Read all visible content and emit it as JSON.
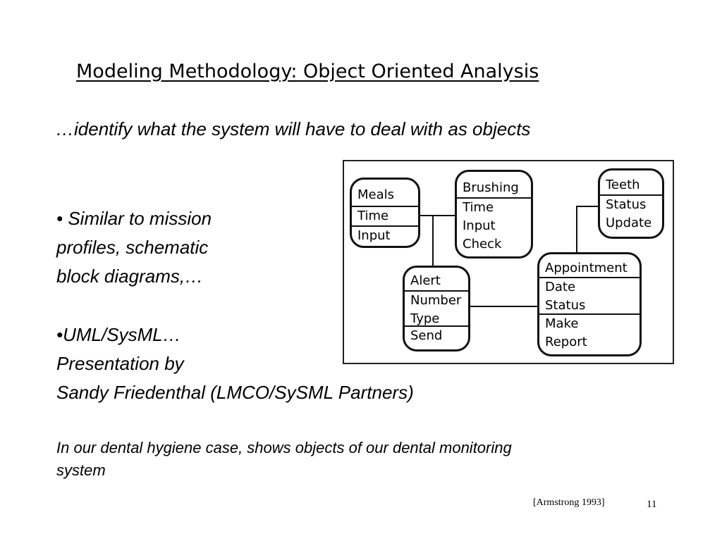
{
  "slide": {
    "title": "Modeling Methodology: Object Oriented Analysis",
    "subtitle": "…identify what the system will have to deal with as objects",
    "bullet1": [
      "•  Similar to mission",
      "profiles, schematic",
      "block diagrams,…"
    ],
    "bullet2": [
      "•UML/SysML…",
      "Presentation by",
      "Sandy Friedenthal (LMCO/SySML Partners)"
    ],
    "note": [
      "In our dental hygiene case, shows objects of our dental monitoring",
      "system"
    ],
    "citation": "[Armstrong 1993]",
    "page_number": "11"
  },
  "diagram": {
    "meals": {
      "name": "Meals",
      "attrs": [
        "Time",
        "Input"
      ]
    },
    "brushing": {
      "name": "Brushing",
      "attrs": [
        "Time",
        "Input",
        "Check"
      ]
    },
    "teeth": {
      "name": "Teeth",
      "attrs": [
        "Status",
        "Update"
      ]
    },
    "alert": {
      "name": "Alert",
      "attrs": [
        "Number",
        "Type"
      ],
      "ops": [
        "Send"
      ]
    },
    "appointment": {
      "name": "Appointment",
      "attrs": [
        "Date",
        "Status"
      ],
      "ops": [
        "Make",
        "Report"
      ]
    }
  }
}
